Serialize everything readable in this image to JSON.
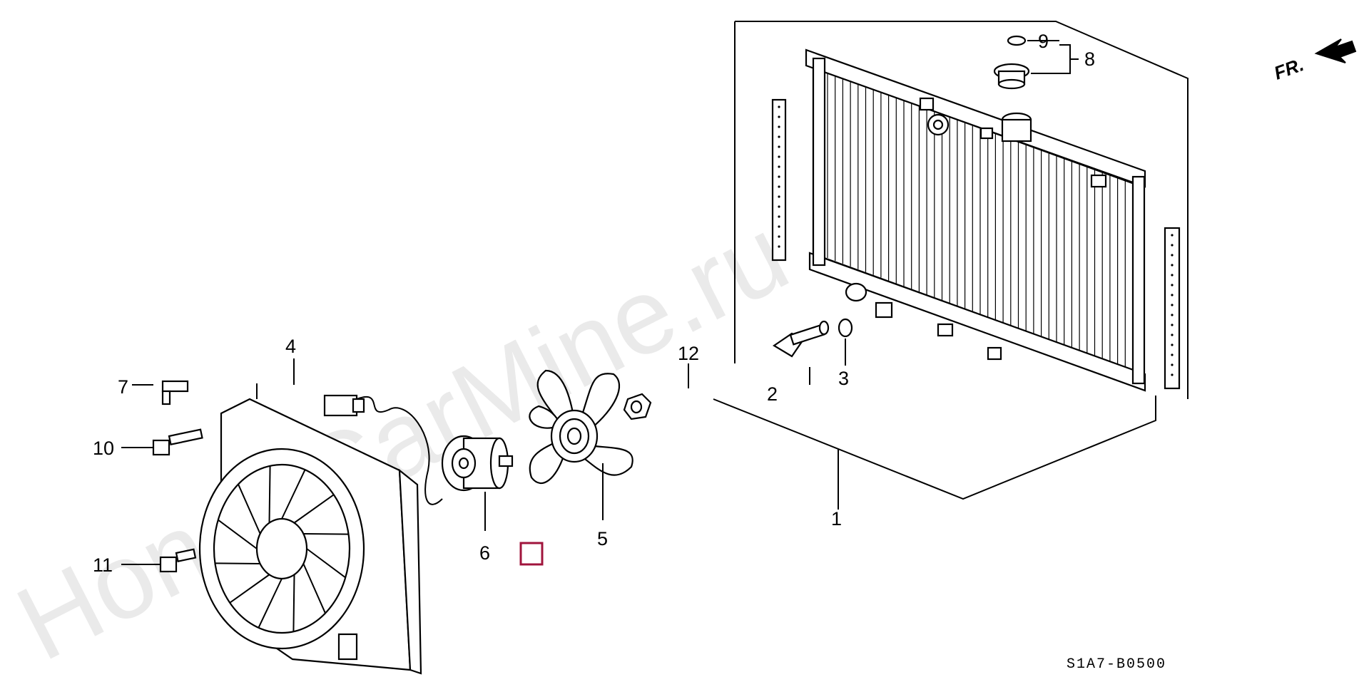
{
  "watermark": "HondaCarMine.ru",
  "direction_label": "FR.",
  "diagram_code": "S1A7-B0500",
  "selection_color": "#a0143c",
  "callouts": {
    "c1": "1",
    "c2": "2",
    "c3": "3",
    "c4": "4",
    "c5": "5",
    "c6": "6",
    "c7": "7",
    "c8": "8",
    "c9": "9",
    "c10": "10",
    "c11": "11",
    "c12": "12"
  },
  "icons": [
    "radiator",
    "fan-shroud",
    "fan-motor",
    "fan-blade",
    "radiator-cap",
    "drain-plug",
    "bolt",
    "forward-arrow"
  ]
}
